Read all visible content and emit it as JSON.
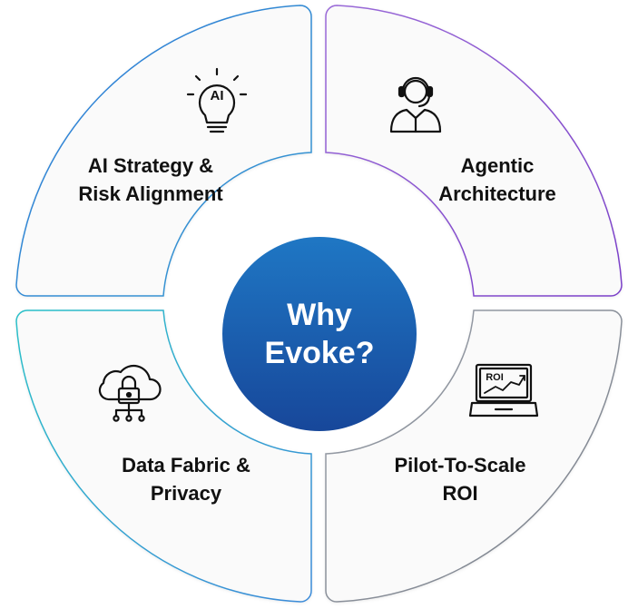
{
  "center": {
    "line1": "Why",
    "line2": "Evoke?"
  },
  "quadrants": [
    {
      "line1": "AI Strategy &",
      "line2": "Risk Alignment",
      "icon": "ai-lightbulb-icon",
      "icon_text": "AI"
    },
    {
      "line1": "Agentic",
      "line2": "Architecture",
      "icon": "headset-agent-icon"
    },
    {
      "line1": "Data Fabric &",
      "line2": "Privacy",
      "icon": "cloud-lock-icon"
    },
    {
      "line1": "Pilot-To-Scale",
      "line2": "ROI",
      "icon": "roi-laptop-icon",
      "icon_text": "ROI"
    }
  ],
  "colors": {
    "center_top": "#1f77c4",
    "center_bottom": "#17479a",
    "border_tl": "#2b7bd8",
    "border_tr": "#8a4fd0",
    "border_bl": "#2bb3c8",
    "border_br": "#8a8f9a",
    "tile_fill": "#fafafa"
  }
}
